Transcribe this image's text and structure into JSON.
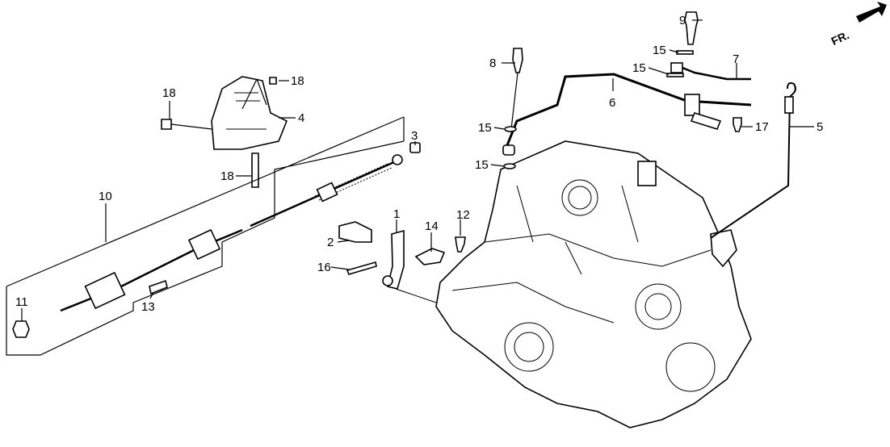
{
  "direction_marker": {
    "label": "FR.",
    "icon": "front-arrow-icon"
  },
  "callouts": [
    "9",
    "15",
    "15",
    "7",
    "8",
    "6",
    "15",
    "15",
    "17",
    "5",
    "18",
    "18",
    "4",
    "3",
    "18",
    "10",
    "1",
    "12",
    "14",
    "2",
    "16",
    "11",
    "13"
  ]
}
